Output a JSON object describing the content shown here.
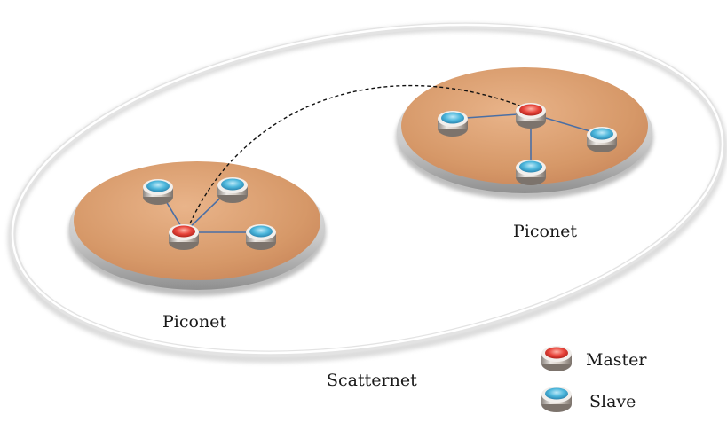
{
  "labels": {
    "piconet_left": "Piconet",
    "piconet_right": "Piconet",
    "scatternet": "Scatternet"
  },
  "legend": {
    "master": "Master",
    "slave": "Slave"
  },
  "colors": {
    "disc": "#d99a6c",
    "master": "#e8453c",
    "slave": "#4db7dc",
    "link": "#4a6fa5"
  },
  "icons": {
    "master": "red-node-icon",
    "slave": "blue-node-icon"
  }
}
